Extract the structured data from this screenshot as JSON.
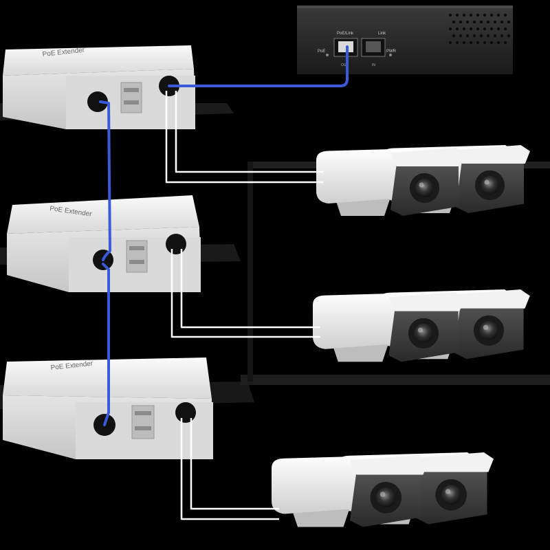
{
  "injector": {
    "port_label_poe_link": "PoE/Link",
    "port_label_link": "Link",
    "led_label_poe": "PoE",
    "led_label_pwr": "PWR",
    "port_label_out": "OUT",
    "port_label_in": "IN"
  },
  "extenders": [
    {
      "label": "PoE Extender"
    },
    {
      "label": "PoE Extender"
    },
    {
      "label": "PoE Extender"
    }
  ],
  "colors": {
    "background": "#000000",
    "blue_cable": "#3a5bd9",
    "white_cable": "#ffffff",
    "device_white": "#eeeeee",
    "injector_body": "#2a2a2a"
  }
}
